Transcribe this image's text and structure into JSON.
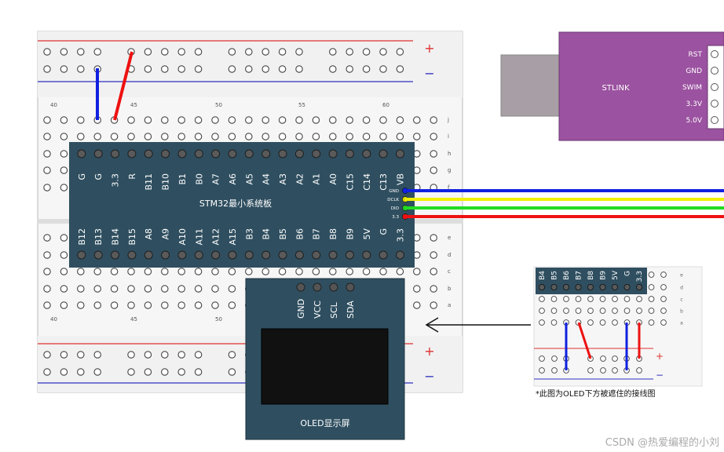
{
  "breadboard": {
    "column_numbers": [
      "40",
      "45",
      "50",
      "55",
      "60"
    ],
    "column_numbers_bottom": [
      "40",
      "45",
      "50"
    ],
    "row_letters_top": [
      "j",
      "i",
      "h",
      "g",
      "f"
    ],
    "row_letters_bottom": [
      "e",
      "d",
      "c",
      "b",
      "a"
    ],
    "rail_plus": "+",
    "rail_minus": "−"
  },
  "stm32": {
    "title": "STM32最小系统板",
    "top_pins": [
      "G",
      "G",
      "3.3",
      "R",
      "B11",
      "B10",
      "B1",
      "B0",
      "A7",
      "A6",
      "A5",
      "A4",
      "A3",
      "A2",
      "A1",
      "A0",
      "C15",
      "C14",
      "C13",
      "VB"
    ],
    "bottom_pins": [
      "B12",
      "B13",
      "B14",
      "B15",
      "A8",
      "A9",
      "A10",
      "A11",
      "A12",
      "A15",
      "B3",
      "B4",
      "B5",
      "B6",
      "B7",
      "B8",
      "B9",
      "5V",
      "G",
      "3.3"
    ],
    "swd_pins": [
      "GND",
      "DCLK",
      "DIO",
      "3.3"
    ]
  },
  "stlink": {
    "name": "STLINK",
    "pins": [
      "RST",
      "GND",
      "SWIM",
      "3.3V",
      "5.0V"
    ]
  },
  "oled": {
    "title": "OLED显示屏",
    "pins": [
      "GND",
      "VCC",
      "SCL",
      "SDA"
    ]
  },
  "inset": {
    "pins": [
      "B4",
      "B5",
      "B6",
      "B7",
      "B8",
      "B9",
      "5V",
      "G",
      "3.3"
    ],
    "row_letters": [
      "e",
      "d",
      "c",
      "b",
      "a"
    ],
    "caption": "*此图为OLED下方被遮住的接线图"
  },
  "watermark": "CSDN @热爱编程的小刘",
  "colors": {
    "board_blue": "#2f4f60",
    "stlink_purple": "#9b52a0",
    "wire_blue": "#1020e0",
    "wire_red": "#ee1111",
    "wire_yellow": "#f0f000",
    "wire_green": "#22dd22"
  }
}
